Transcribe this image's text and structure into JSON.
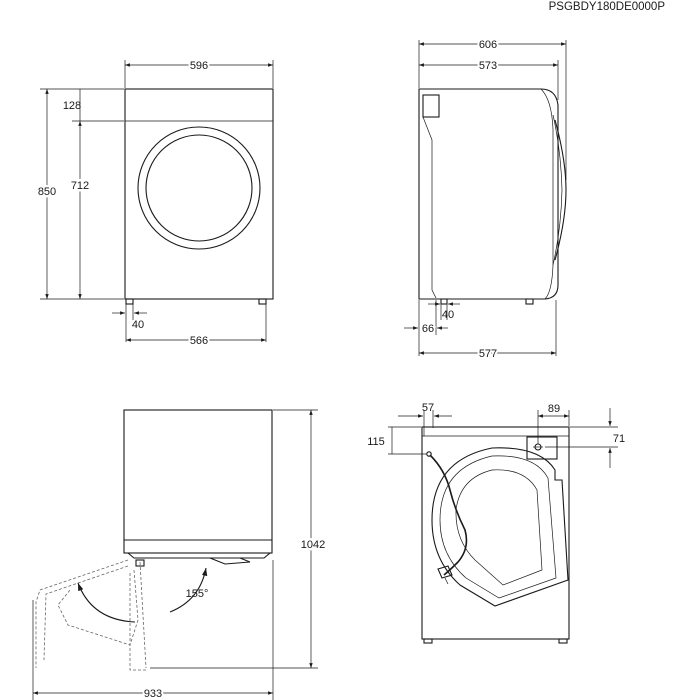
{
  "document_code": "PSGBDY180DE0000P",
  "front_view": {
    "width": "596",
    "height_total": "850",
    "top_panel": "128",
    "body_height": "712",
    "foot_offset": "40",
    "foot_span": "566"
  },
  "side_view": {
    "depth_total": "606",
    "depth_body": "573",
    "foot_offset": "40",
    "rear_offset": "66",
    "depth_base": "577"
  },
  "door_view": {
    "height_open": "1042",
    "opening_angle": "155°",
    "width_open": "933"
  },
  "rear_view": {
    "hose_offset_x": "57",
    "hose_offset_y": "115",
    "inlet_offset_x": "89",
    "inlet_offset_y": "71"
  }
}
